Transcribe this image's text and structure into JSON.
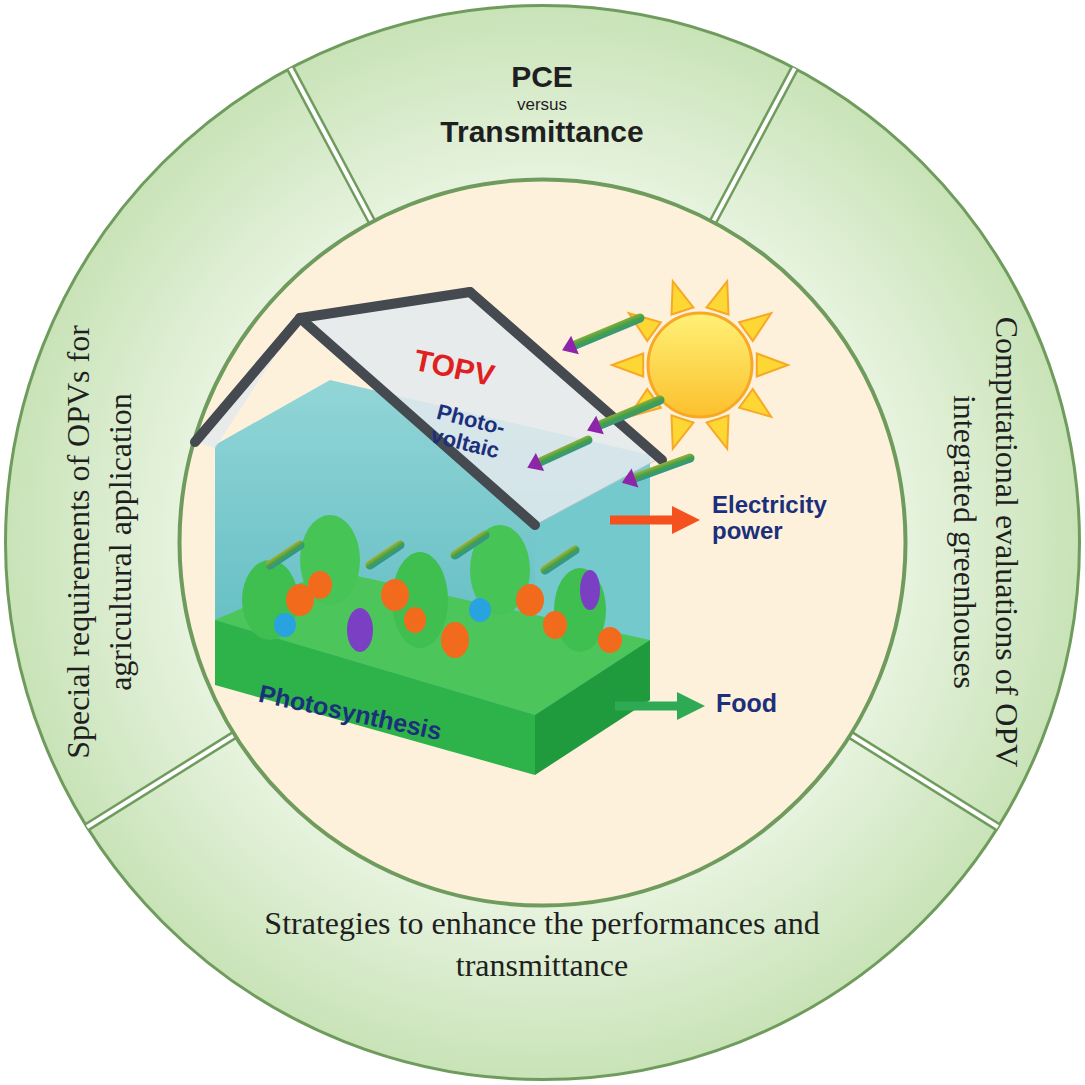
{
  "diagram": {
    "nodes": [
      {
        "text": [
          "PCE",
          "versus",
          "Transmittance"
        ]
      },
      {
        "text": [
          "Special requirements of OPVs for agricultural application"
        ]
      },
      {
        "text": [
          "Computational evaluations of OPV integrated greenhouses"
        ]
      },
      {
        "text": [
          "Strategies to enhance the performances and transmittance"
        ]
      }
    ],
    "labels": [
      "TOPV",
      "Photo- voltaic",
      "Electricity power",
      "Photosynthesis",
      "Food"
    ]
  }
}
